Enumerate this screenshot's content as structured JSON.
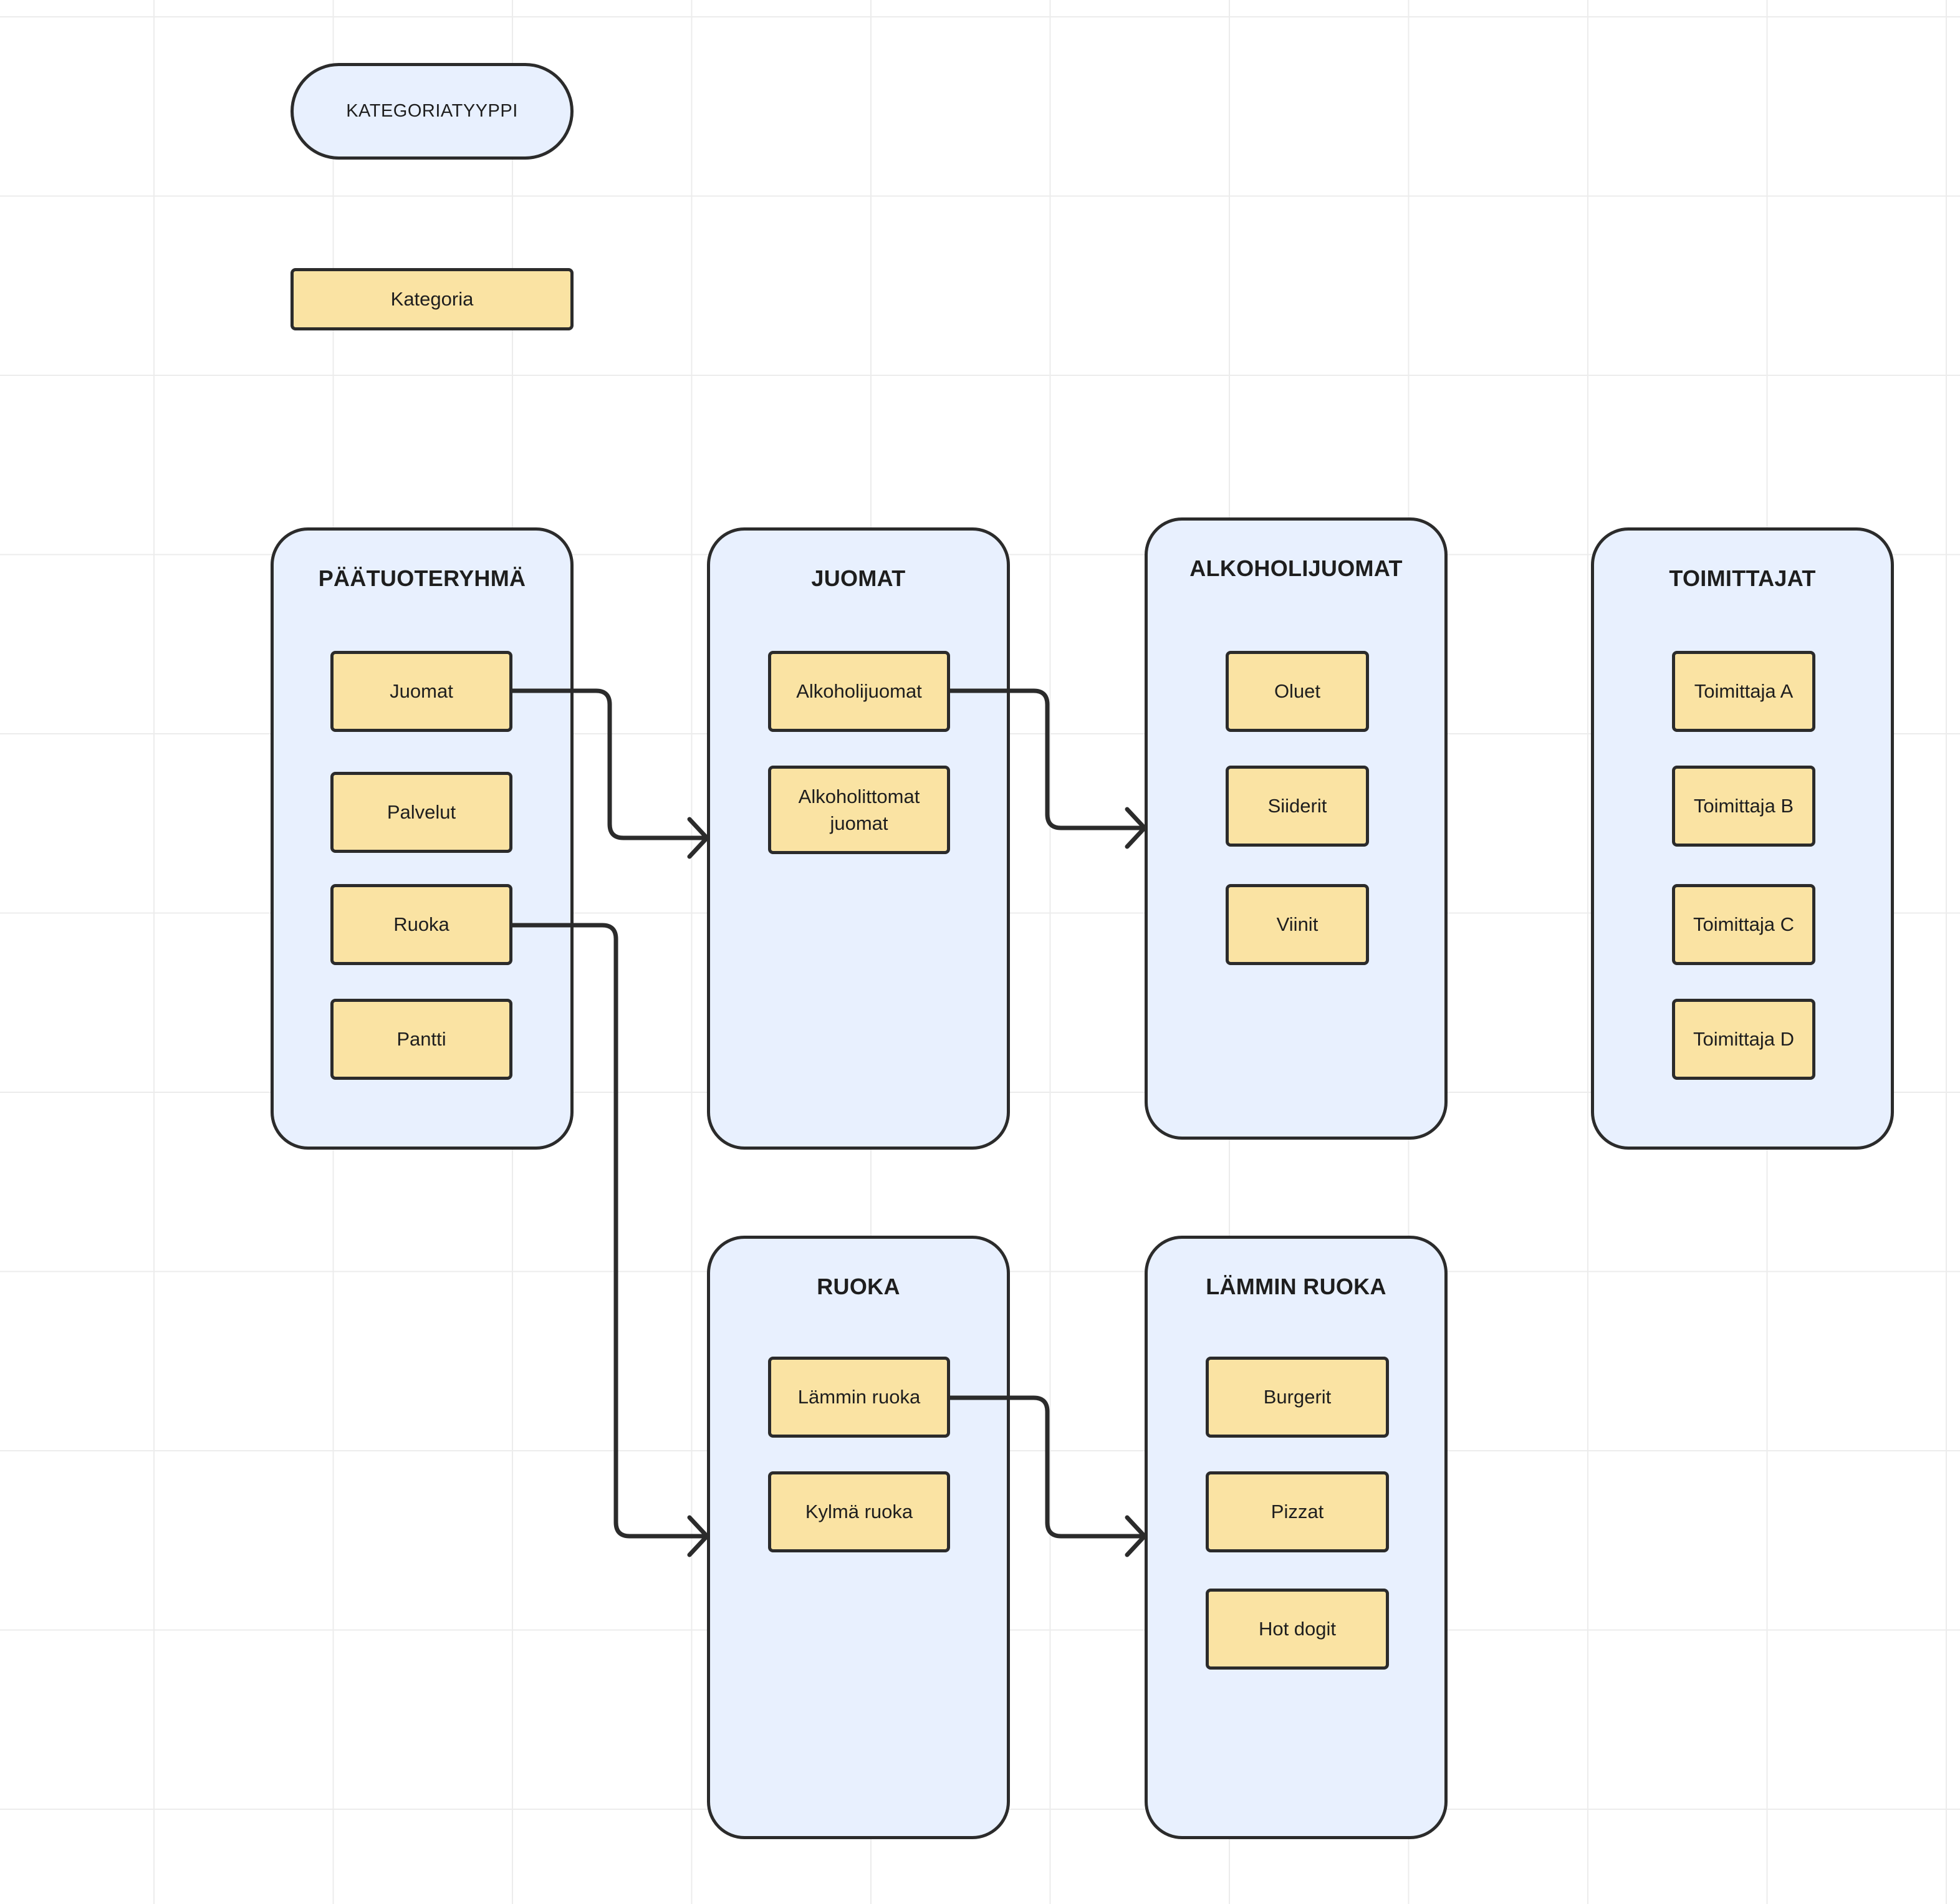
{
  "legend": {
    "category_type": "KATEGORIATYYPPI",
    "category": "Kategoria"
  },
  "groups": {
    "paatuoteryhma": {
      "title": "PÄÄTUOTERYHMÄ",
      "items": [
        "Juomat",
        "Palvelut",
        "Ruoka",
        "Pantti"
      ]
    },
    "juomat": {
      "title": "JUOMAT",
      "items": [
        "Alkoholijuomat",
        "Alkoholittomat juomat"
      ]
    },
    "alkoholijuomat": {
      "title": "ALKOHOLIJUOMAT",
      "items": [
        "Oluet",
        "Siiderit",
        "Viinit"
      ]
    },
    "toimittajat": {
      "title": "TOIMITTAJAT",
      "items": [
        "Toimittaja A",
        "Toimittaja B",
        "Toimittaja C",
        "Toimittaja D"
      ]
    },
    "ruoka": {
      "title": "RUOKA",
      "items": [
        "Lämmin ruoka",
        "Kylmä ruoka"
      ]
    },
    "lammin_ruoka": {
      "title": "LÄMMIN RUOKA",
      "items": [
        "Burgerit",
        "Pizzat",
        "Hot dogit"
      ]
    }
  },
  "connections": [
    {
      "from": "Juomat",
      "to": "JUOMAT"
    },
    {
      "from": "Ruoka",
      "to": "RUOKA"
    },
    {
      "from": "Alkoholijuomat",
      "to": "ALKOHOLIJUOMAT"
    },
    {
      "from": "Lämmin ruoka",
      "to": "LÄMMIN RUOKA"
    }
  ],
  "colors": {
    "group_fill": "#e8f0fe",
    "category_fill": "#fae3a3",
    "stroke": "#2b2b2b"
  }
}
